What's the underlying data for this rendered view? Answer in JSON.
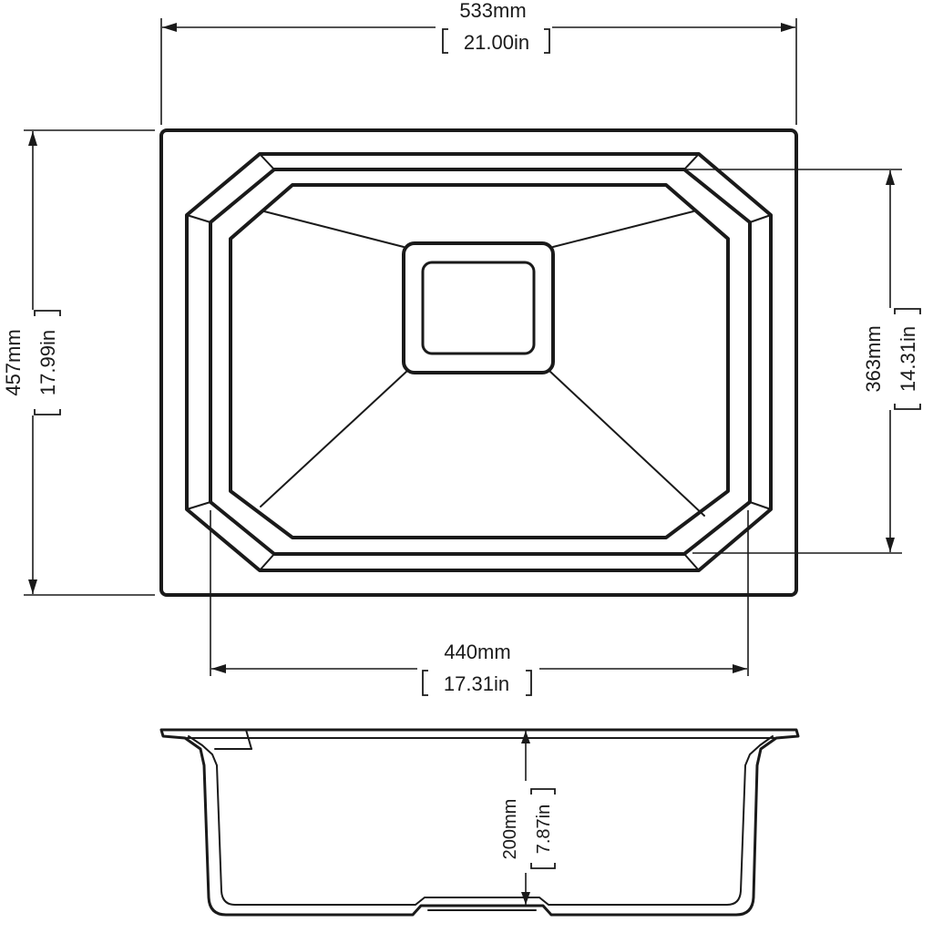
{
  "dimensions": {
    "overall_width": {
      "mm": "533mm",
      "in": "21.00in"
    },
    "overall_depth": {
      "mm": "457mm",
      "in": "17.99in"
    },
    "bowl_depth": {
      "mm": "363mm",
      "in": "14.31in"
    },
    "bowl_width": {
      "mm": "440mm",
      "in": "17.31in"
    },
    "bowl_height": {
      "mm": "200mm",
      "in": "7.87in"
    }
  },
  "colors": {
    "line": "#1a1a1a",
    "background": "#ffffff"
  }
}
